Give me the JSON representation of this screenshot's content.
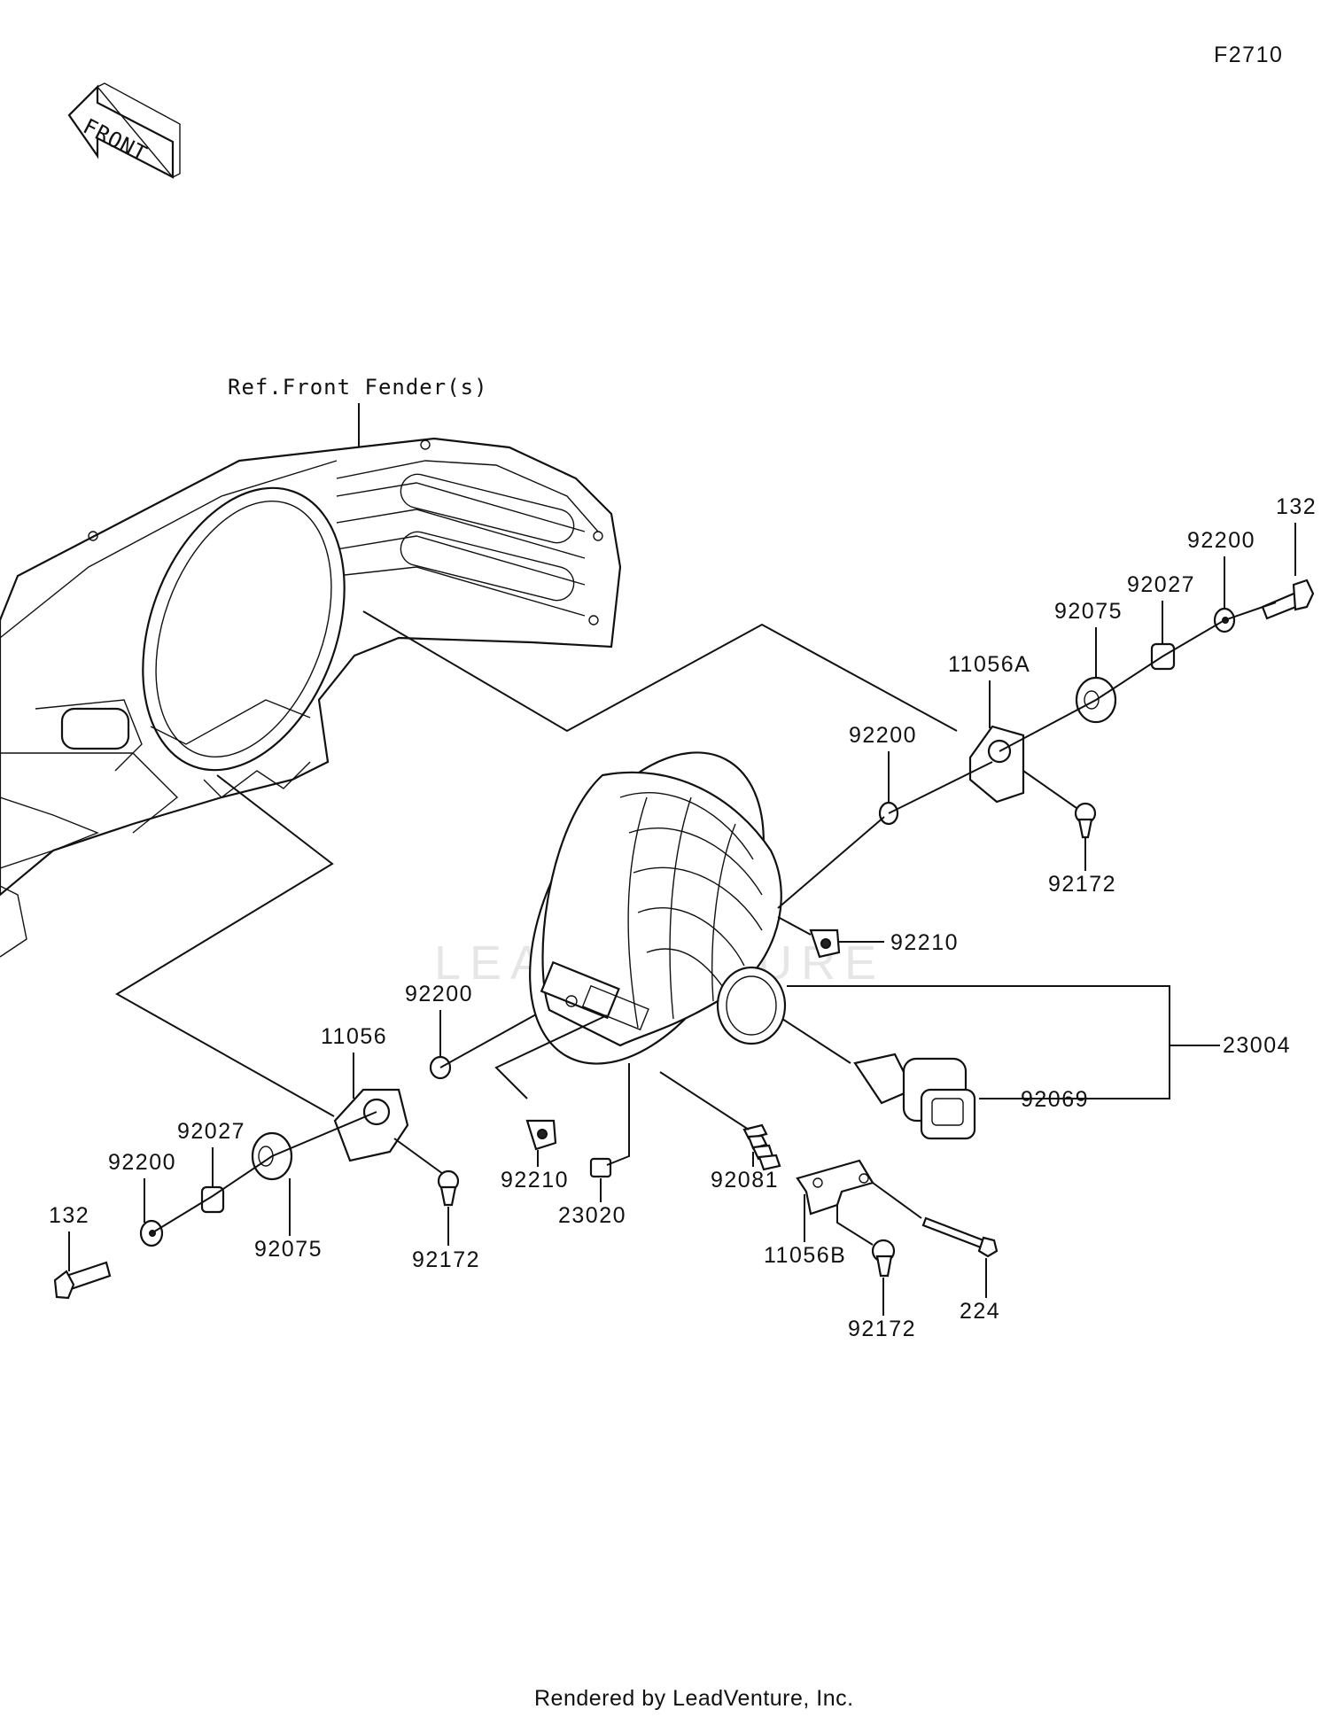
{
  "diagram_code": "F2710",
  "front_arrow_text": "FRONT",
  "reference_label": "Ref.Front Fender(s)",
  "watermark": "LEADVENTURE",
  "footer": "Rendered by LeadVenture, Inc.",
  "parts": {
    "p132_right": "132",
    "p92200_right_outer": "92200",
    "p92027_right": "92027",
    "p92075_right": "92075",
    "p11056A": "11056A",
    "p92200_right_inner": "92200",
    "p92172_right": "92172",
    "p92210_right": "92210",
    "p23004": "23004",
    "p92069": "92069",
    "p92200_left_inner": "92200",
    "p11056": "11056",
    "p92027_left": "92027",
    "p92200_left_outer": "92200",
    "p132_left": "132",
    "p92075_left": "92075",
    "p92172_left": "92172",
    "p92210_left": "92210",
    "p23020": "23020",
    "p92081": "92081",
    "p11056B": "11056B",
    "p92172_bottom": "92172",
    "p224": "224"
  }
}
